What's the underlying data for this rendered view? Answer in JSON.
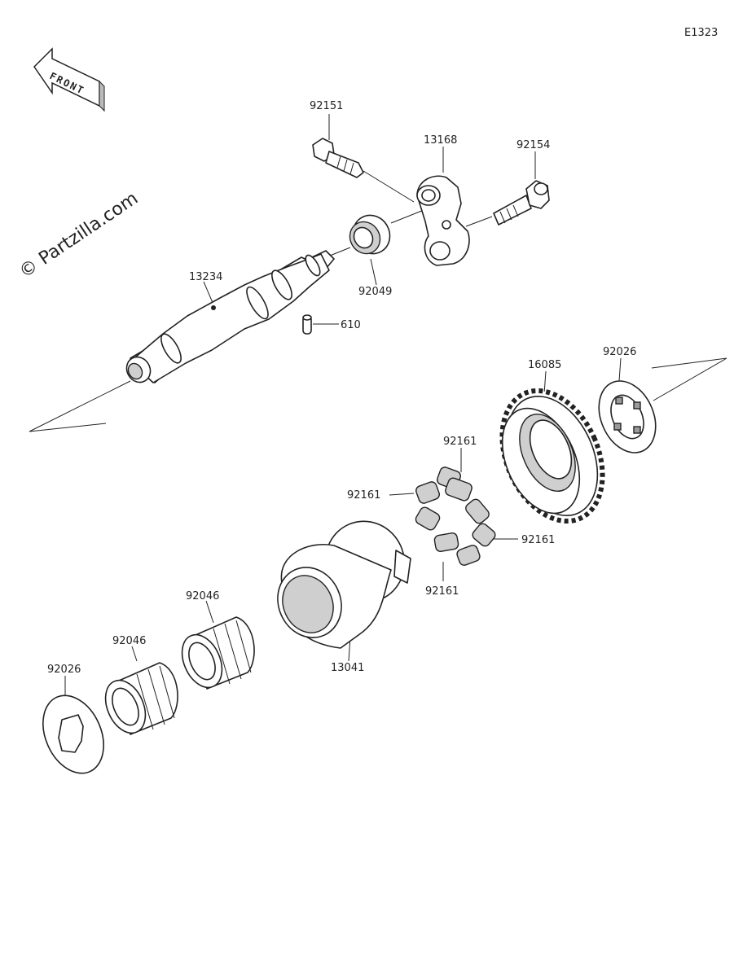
{
  "diagram_code": "E1323",
  "front_arrow_text": "FRONT",
  "watermark": "© Partzilla.com",
  "labels": {
    "p92151": "92151",
    "p13168": "13168",
    "p92154": "92154",
    "p13234": "13234",
    "p92049": "92049",
    "p610": "610",
    "p16085": "16085",
    "p92026_top": "92026",
    "p92161_top": "92161",
    "p92161_left": "92161",
    "p92161_right": "92161",
    "p92161_bottom": "92161",
    "p92046_upper": "92046",
    "p92046_lower": "92046",
    "p92026_bottom": "92026",
    "p13041": "13041"
  }
}
